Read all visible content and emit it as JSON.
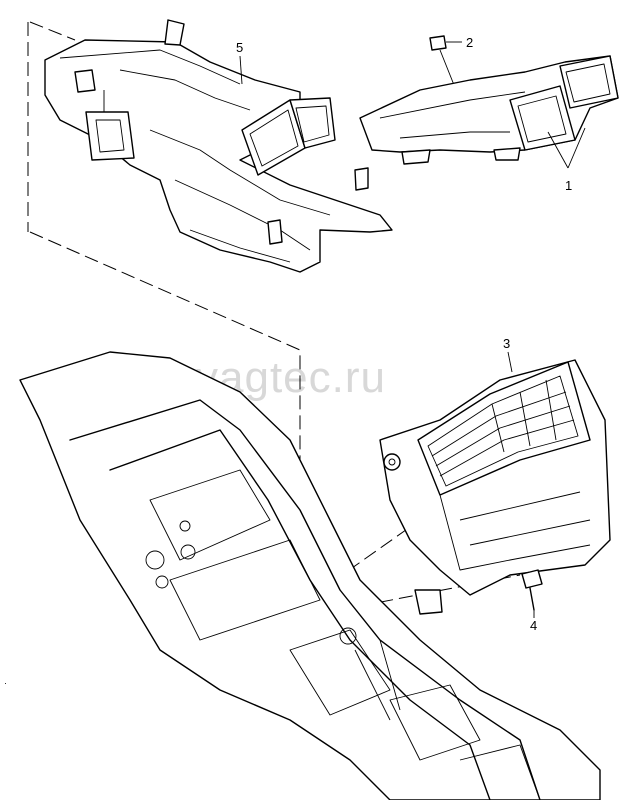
{
  "watermark": "vagtec.ru",
  "callouts": {
    "c1": "1",
    "c2": "2",
    "c3": "3",
    "c4": "4",
    "c5": "5"
  }
}
